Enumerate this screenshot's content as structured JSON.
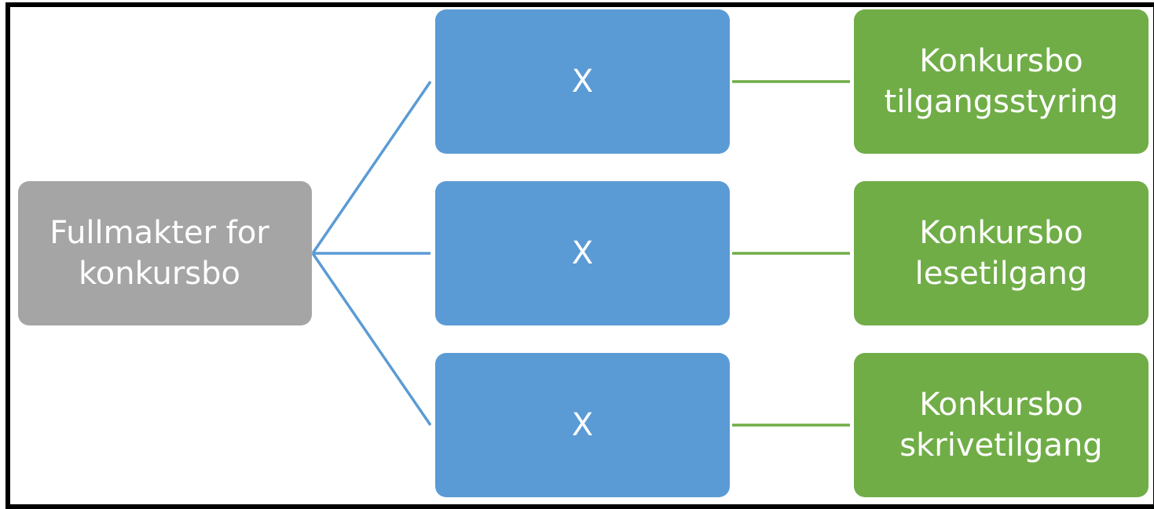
{
  "diagram": {
    "root": {
      "label": "Fullmakter for\nkonkursbo",
      "color": "#a5a5a5"
    },
    "branches": [
      {
        "middle": {
          "label": "X",
          "color": "#5b9bd5"
        },
        "leaf": {
          "label": "Konkursbo\ntilgangsstyring",
          "color": "#70ad47"
        }
      },
      {
        "middle": {
          "label": "X",
          "color": "#5b9bd5"
        },
        "leaf": {
          "label": "Konkursbo\nlesetilgang",
          "color": "#70ad47"
        }
      },
      {
        "middle": {
          "label": "X",
          "color": "#5b9bd5"
        },
        "leaf": {
          "label": "Konkursbo\nskrivetilgang",
          "color": "#70ad47"
        }
      }
    ],
    "connector_colors": {
      "root_to_middle": "#5b9bd5",
      "middle_to_leaf": "#70ad47"
    }
  }
}
